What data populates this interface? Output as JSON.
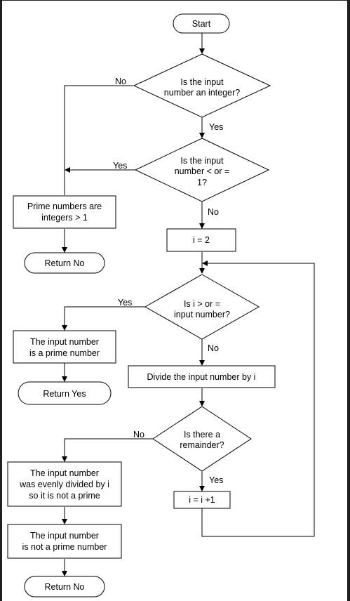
{
  "flowchart": {
    "start": "Start",
    "q_integer": [
      "Is the input",
      "number an integer?"
    ],
    "q_le_one": [
      "Is the input",
      "number < or =",
      "1?"
    ],
    "prime_integers": [
      "Prime numbers are",
      "integers > 1"
    ],
    "return_no_1": "Return No",
    "init_i": "i = 2",
    "q_i_ge_input": [
      "Is i > or =",
      "input number?"
    ],
    "is_prime": [
      "The input number",
      "is a prime number"
    ],
    "return_yes": "Return Yes",
    "divide": "Divide the input number by i",
    "q_remainder": [
      "Is there a",
      "remainder?"
    ],
    "evenly_divided": [
      "The input number",
      "was evenly divided by i",
      "so it is not a prime"
    ],
    "increment": "i = i +1",
    "not_prime": [
      "The input number",
      "is not a prime number"
    ],
    "return_no_2": "Return No"
  },
  "labels": {
    "no_1": "No",
    "yes_1": "Yes",
    "yes_2": "Yes",
    "no_2": "No",
    "yes_3": "Yes",
    "no_3": "No",
    "no_4": "No",
    "yes_4": "Yes"
  }
}
